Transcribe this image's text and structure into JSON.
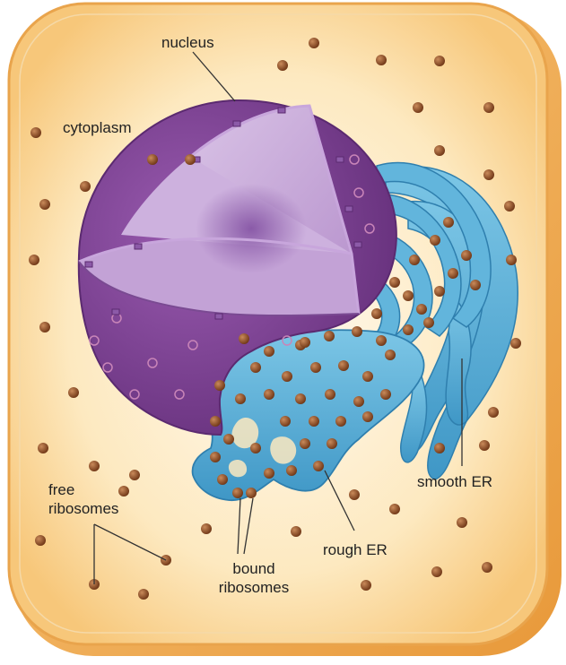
{
  "labels": {
    "nucleus": "nucleus",
    "cytoplasm": "cytoplasm",
    "free_line1": "free",
    "free_line2": "ribosomes",
    "bound_line1": "bound",
    "bound_line2": "ribosomes",
    "rough_er": "rough ER",
    "smooth_er": "smooth ER"
  },
  "colors": {
    "cell_fill": "#fde9c0",
    "cell_edge": "#f0b455",
    "nucleus_outer": "#7a3f8e",
    "nucleus_cut": "#c7a8d8",
    "er_fill": "#5ab0d8",
    "er_edge": "#2f7fae",
    "ribosome": "#8b4a25",
    "leader_line": "#333333"
  }
}
